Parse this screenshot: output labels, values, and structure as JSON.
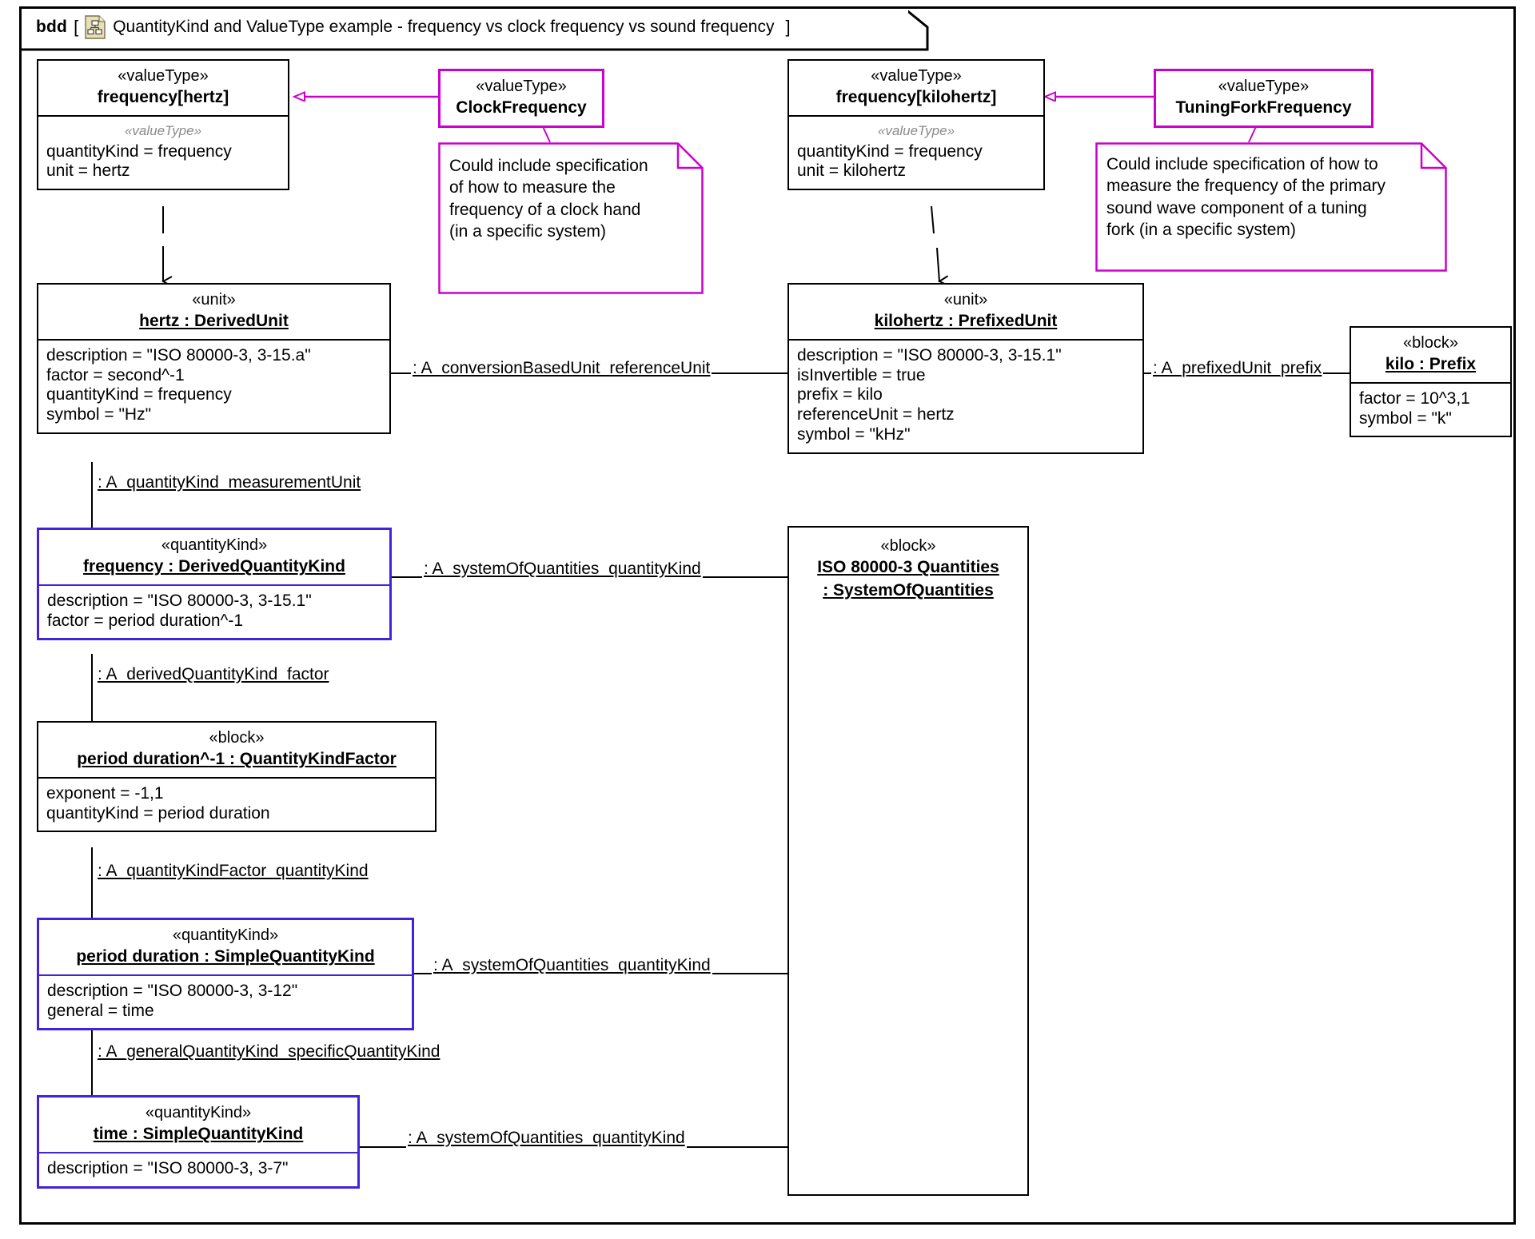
{
  "diagram": {
    "kind_keyword": "bdd",
    "bracket_open": "[",
    "bracket_close": "]",
    "icon": "block-definition-diagram-icon",
    "title": "QuantityKind and ValueType example - frequency vs clock frequency vs sound frequency"
  },
  "colors": {
    "black": "#000000",
    "magenta": "#cc00cc",
    "blue": "#4422dd",
    "note_border": "#cc00cc",
    "background": "#ffffff"
  },
  "nodes": {
    "frequency_hertz": {
      "stereotype": "«valueType»",
      "name": "frequency[hertz]",
      "body_stereotype": "«valueType»",
      "attributes": [
        "quantityKind = frequency",
        "unit = hertz"
      ]
    },
    "clock_frequency": {
      "stereotype": "«valueType»",
      "name": "ClockFrequency"
    },
    "frequency_kilohertz": {
      "stereotype": "«valueType»",
      "name": "frequency[kilohertz]",
      "body_stereotype": "«valueType»",
      "attributes": [
        "quantityKind = frequency",
        "unit = kilohertz"
      ]
    },
    "tuning_fork_frequency": {
      "stereotype": "«valueType»",
      "name": "TuningForkFrequency"
    },
    "hertz_unit": {
      "stereotype": "«unit»",
      "name": "hertz : DerivedUnit",
      "attributes": [
        "description = \"ISO 80000-3, 3-15.a\"",
        "factor = second^-1",
        "quantityKind = frequency",
        "symbol = \"Hz\""
      ]
    },
    "kilohertz_unit": {
      "stereotype": "«unit»",
      "name": "kilohertz : PrefixedUnit",
      "attributes": [
        "description = \"ISO 80000-3, 3-15.1\"",
        "isInvertible = true",
        "prefix = kilo",
        "referenceUnit = hertz",
        "symbol = \"kHz\""
      ]
    },
    "kilo_prefix": {
      "stereotype": "«block»",
      "name": "kilo : Prefix",
      "attributes": [
        "factor = 10^3,1",
        "symbol = \"k\""
      ]
    },
    "frequency_quantitykind": {
      "stereotype": "«quantityKind»",
      "name": "frequency : DerivedQuantityKind",
      "attributes": [
        "description = \"ISO 80000-3, 3-15.1\"",
        "factor = period duration^-1"
      ]
    },
    "iso_quantities": {
      "stereotype": "«block»",
      "name_line1": "ISO 80000-3 Quantities",
      "name_line2": ": SystemOfQuantities"
    },
    "quantitykind_factor": {
      "stereotype": "«block»",
      "name": "period duration^-1 : QuantityKindFactor",
      "attributes": [
        "exponent = -1,1",
        "quantityKind = period duration"
      ]
    },
    "period_duration": {
      "stereotype": "«quantityKind»",
      "name": "period duration : SimpleQuantityKind",
      "attributes": [
        "description = \"ISO 80000-3, 3-12\"",
        "general = time"
      ]
    },
    "time_quantitykind": {
      "stereotype": "«quantityKind»",
      "name": "time : SimpleQuantityKind",
      "attributes": [
        "description = \"ISO 80000-3, 3-7\""
      ]
    }
  },
  "notes": {
    "clock_note": {
      "lines": [
        "Could include specification",
        "of how to measure the",
        "frequency of a clock hand",
        "(in a specific system)"
      ]
    },
    "tuning_note": {
      "lines": [
        "Could include specification of how to",
        "measure the frequency of the primary",
        "sound wave component of a tuning",
        "fork (in a specific system)"
      ]
    }
  },
  "edge_labels": {
    "conversion_based_unit": ": A_conversionBasedUnit_referenceUnit",
    "prefixed_unit_prefix": ": A_prefixedUnit_prefix",
    "quantitykind_measurementunit": ": A_quantityKind_measurementUnit",
    "systemofquantities_1": ": A_systemOfQuantities_quantityKind",
    "derivedquantitykind_factor": ": A_derivedQuantityKind_factor",
    "quantitykindfactor_quantitykind": ": A_quantityKindFactor_quantityKind",
    "systemofquantities_2": ": A_systemOfQuantities_quantityKind",
    "general_specific": ": A_generalQuantityKind_specificQuantityKind",
    "systemofquantities_3": ": A_systemOfQuantities_quantityKind"
  }
}
